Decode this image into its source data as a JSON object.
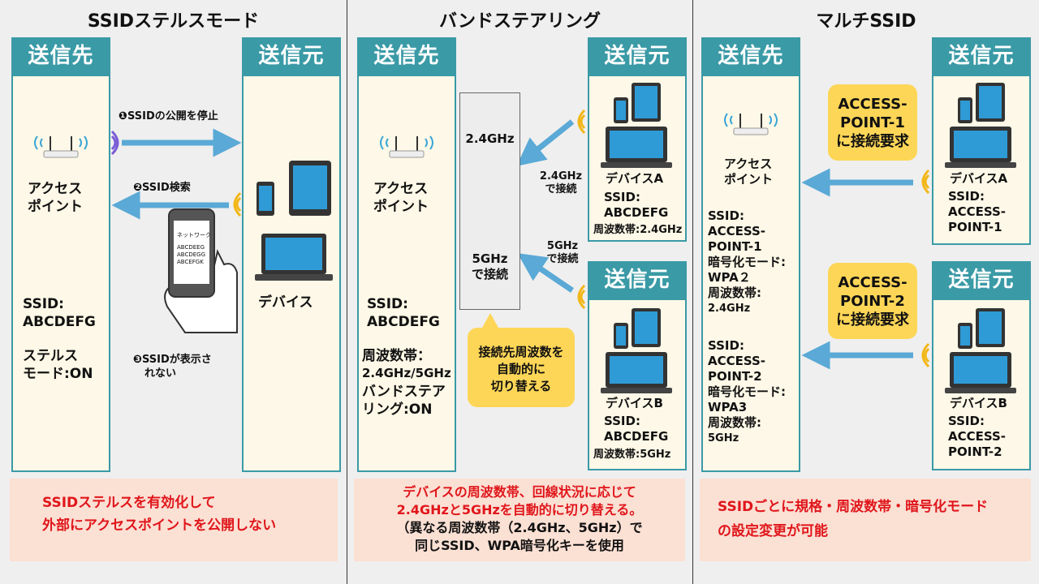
{
  "panel1": {
    "title": "SSIDステルスモード",
    "dest_header": "送信先",
    "src_header": "送信元",
    "ap_label": [
      "アクセス",
      "ポイント"
    ],
    "ssid_line1": "SSID:",
    "ssid_line2": "ABCDEFG",
    "stealth_line1": "ステルス",
    "stealth_line2": "モード:ON",
    "device_label": "デバイス",
    "step1": "❶SSIDの公開を停止",
    "step2": "❷SSID検索",
    "step3_line1": "❸SSIDが表示さ",
    "step3_line2": "れない",
    "phone_network_title": "ネットワーク",
    "phone_list": [
      "ABCDEEG",
      "ABCDEGG",
      "ABCEFGK"
    ],
    "note_line1": "SSIDステルスを有効化して",
    "note_line2": "外部にアクセスポイントを公開しない"
  },
  "panel2": {
    "title": "バンドステアリング",
    "dest_header": "送信先",
    "src_header_a": "送信元",
    "src_header_b": "送信元",
    "ap_label": [
      "アクセス",
      "ポイント"
    ],
    "ssid_line1": "SSID:",
    "ssid_line2": "ABCDEFG",
    "band_line1": "周波数帯：",
    "band_line2": "2.4GHz/5GHz",
    "band_line3": "バンドステア",
    "band_line4": "リング:ON",
    "range_top": "2.4GHz",
    "range_bottom_line1": "5GHz",
    "range_bottom_line2": "で接続",
    "conn_a_line1": "2.4GHz",
    "conn_a_line2": "で接続",
    "conn_b_line1": "5GHz",
    "conn_b_line2": "で接続",
    "bubble_line1": "接続先周波数を",
    "bubble_line2": "自動的に",
    "bubble_line3": "切り替える",
    "device_a": {
      "name": "デバイスA",
      "ssid1": "SSID:",
      "ssid2": "ABCDEFG",
      "band": "周波数帯:2.4GHz"
    },
    "device_b": {
      "name": "デバイスB",
      "ssid1": "SSID:",
      "ssid2": "ABCDEFG",
      "band": "周波数帯:5GHz"
    },
    "note_line1": "デバイスの周波数帯、回線状況に応じて",
    "note_line2": "2.4GHzと5GHzを自動的に切り替える。",
    "note_line3": "（異なる周波数帯（2.4GHz、5GHz）で",
    "note_line4": "同じSSID、WPA暗号化キーを使用"
  },
  "panel3": {
    "title": "マルチSSID",
    "dest_header": "送信先",
    "src_header_a": "送信元",
    "src_header_b": "送信元",
    "ap_label": [
      "アクセス",
      "ポイント"
    ],
    "cfg1": [
      "SSID:",
      "ACCESS-",
      "POINT-1",
      "暗号化モード:",
      "WPA２",
      "周波数帯:",
      "2.4GHz"
    ],
    "cfg2": [
      "SSID:",
      "ACCESS-",
      "POINT-2",
      "暗号化モード:",
      "WPA3",
      "周波数帯:",
      "5GHz"
    ],
    "bubble_a": [
      "ACCESS-",
      "POINT-1",
      "に接続要求"
    ],
    "bubble_b": [
      "ACCESS-",
      "POINT-2",
      "に接続要求"
    ],
    "device_a": [
      "デバイスA",
      "SSID:",
      "ACCESS-",
      "POINT-1"
    ],
    "device_b": [
      "デバイスB",
      "SSID:",
      "ACCESS-",
      "POINT-2"
    ],
    "note_line1": "SSIDごとに規格・周波数帯・暗号化モード",
    "note_line2": "の設定変更が可能"
  },
  "colors": {
    "header_teal": "#3a9aa6",
    "arrow_blue": "#5aa9d6",
    "bubble_yellow": "#fdd657",
    "note_red": "#e0161b",
    "signal_purple": "#7a5cd6",
    "signal_yellow": "#f2b616",
    "device_blue": "#2f9bd6"
  }
}
